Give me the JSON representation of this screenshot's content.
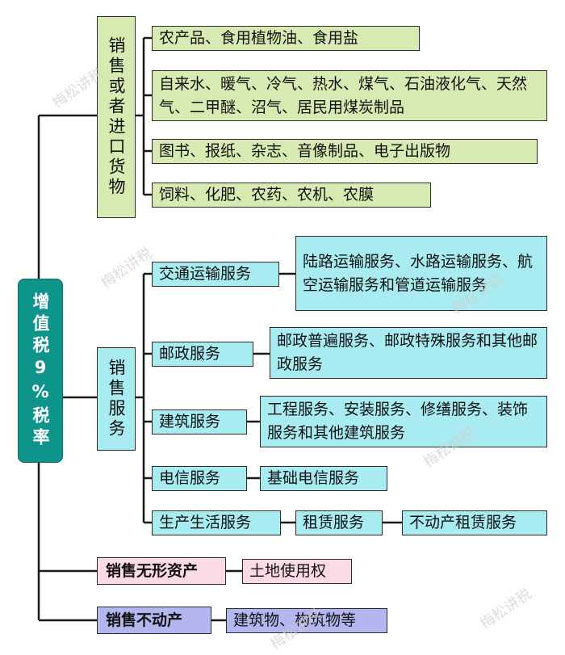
{
  "root": {
    "label": "增值税9%税率"
  },
  "branches": {
    "goods": {
      "label": "销售或者进口货物",
      "items": [
        "农产品、食用植物油、食用盐",
        "自来水、暖气、冷气、热水、煤气、石油液化气、天然气、二甲醚、沼气、居民用煤炭制品",
        "图书、报纸、杂志、音像制品、电子出版物",
        "饲料、化肥、农药、农机、农膜"
      ]
    },
    "services": {
      "label": "销售服务",
      "items": [
        {
          "name": "交通运输服务",
          "detail": "陆路运输服务、水路运输服务、航空运输服务和管道运输服务"
        },
        {
          "name": "邮政服务",
          "detail": "邮政普遍服务、邮政特殊服务和其他邮政服务"
        },
        {
          "name": "建筑服务",
          "detail": "工程服务、安装服务、修缮服务、装饰服务和其他建筑服务"
        },
        {
          "name": "电信服务",
          "detail": "基础电信服务"
        },
        {
          "name": "生产生活服务",
          "detail": "租赁服务",
          "sub": "不动产租赁服务"
        }
      ]
    },
    "intangible": {
      "label": "销售无形资产",
      "detail": "土地使用权"
    },
    "realestate": {
      "label": "销售不动产",
      "detail": "建筑物、构筑物等"
    }
  },
  "watermark": "梅松讲税",
  "colors": {
    "root_fill": "#0f948c",
    "goods_fill": "#d7eab2",
    "services_fill": "#a8ebf0",
    "intangible_fill": "#fbd9e6",
    "realestate_fill": "#b4b6f0",
    "connector": "#1a1a1a"
  }
}
